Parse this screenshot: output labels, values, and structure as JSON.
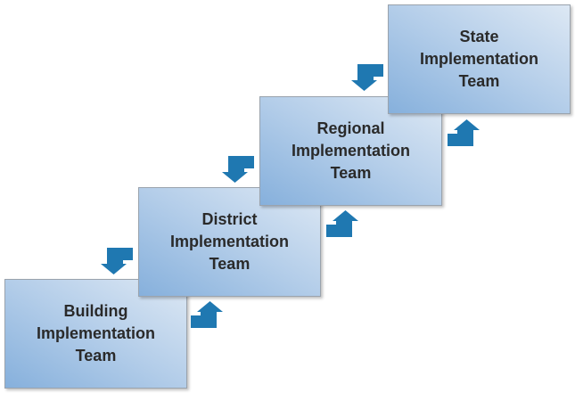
{
  "colors": {
    "arrow": "#1f78b1",
    "box_dark": "#86b0dc",
    "box_light": "#dde8f4"
  },
  "teams": [
    {
      "lines": [
        "Building",
        "Implementation",
        "Team"
      ]
    },
    {
      "lines": [
        "District",
        "Implementation",
        "Team"
      ]
    },
    {
      "lines": [
        "Regional",
        "Implementation",
        "Team"
      ]
    },
    {
      "lines": [
        "State",
        "Implementation",
        "Team"
      ]
    }
  ]
}
